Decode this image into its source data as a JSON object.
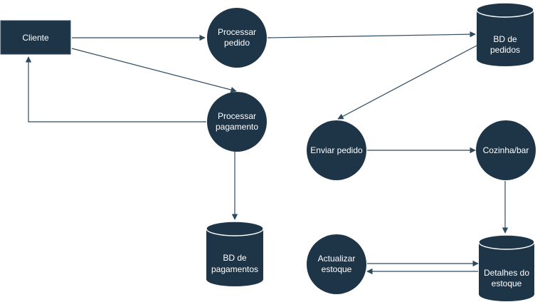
{
  "colors": {
    "node_fill": "#1e3548",
    "edge": "#2e4a5f",
    "text": "#ffffff",
    "background": "#ffffff"
  },
  "nodes": {
    "cliente": {
      "label": "Cliente"
    },
    "processar_pedido": {
      "line1": "Processar",
      "line2": "pedido"
    },
    "processar_pagamento": {
      "line1": "Processar",
      "line2": "pagamento"
    },
    "bd_pedidos": {
      "line1": "BD de",
      "line2": "pedidos"
    },
    "bd_pagamentos": {
      "line1": "BD de",
      "line2": "pagamentos"
    },
    "enviar_pedido": {
      "label": "Enviar pedido"
    },
    "cozinha_bar": {
      "label": "Cozinha/bar"
    },
    "actualizar_estoque": {
      "line1": "Actualizar",
      "line2": "estoque"
    },
    "detalhes_estoque": {
      "line1": "Detalhes do",
      "line2": "estoque"
    }
  }
}
